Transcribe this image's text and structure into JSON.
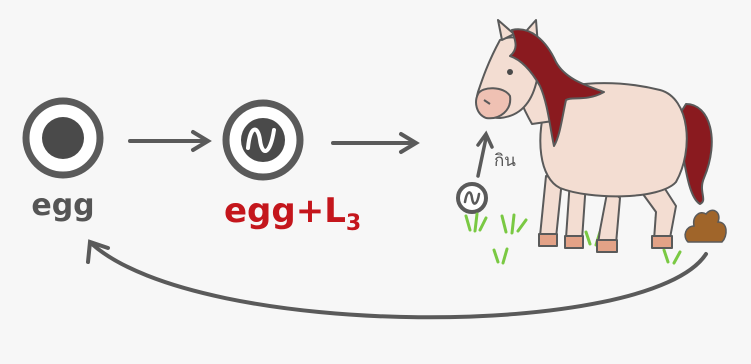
{
  "labels": {
    "egg": "egg",
    "egg_larva": "egg+L",
    "egg_larva_sub": "3",
    "eat": "กิน"
  },
  "colors": {
    "background": "#f7f7f7",
    "stroke": "#5a5a5a",
    "egg_core": "#4a4a4a",
    "label_gray": "#555555",
    "label_red": "#c4161c",
    "horse_body": "#f3ddd2",
    "horse_mane": "#8a1a1f",
    "hoof": "#e3a287",
    "grass": "#7ac943",
    "dung": "#a0652a"
  },
  "icons": {
    "egg": "egg-icon",
    "larva_egg": "larva-egg-icon",
    "small_egg": "small-larva-egg-icon",
    "horse": "horse-illustration",
    "dung": "dung-icon"
  }
}
